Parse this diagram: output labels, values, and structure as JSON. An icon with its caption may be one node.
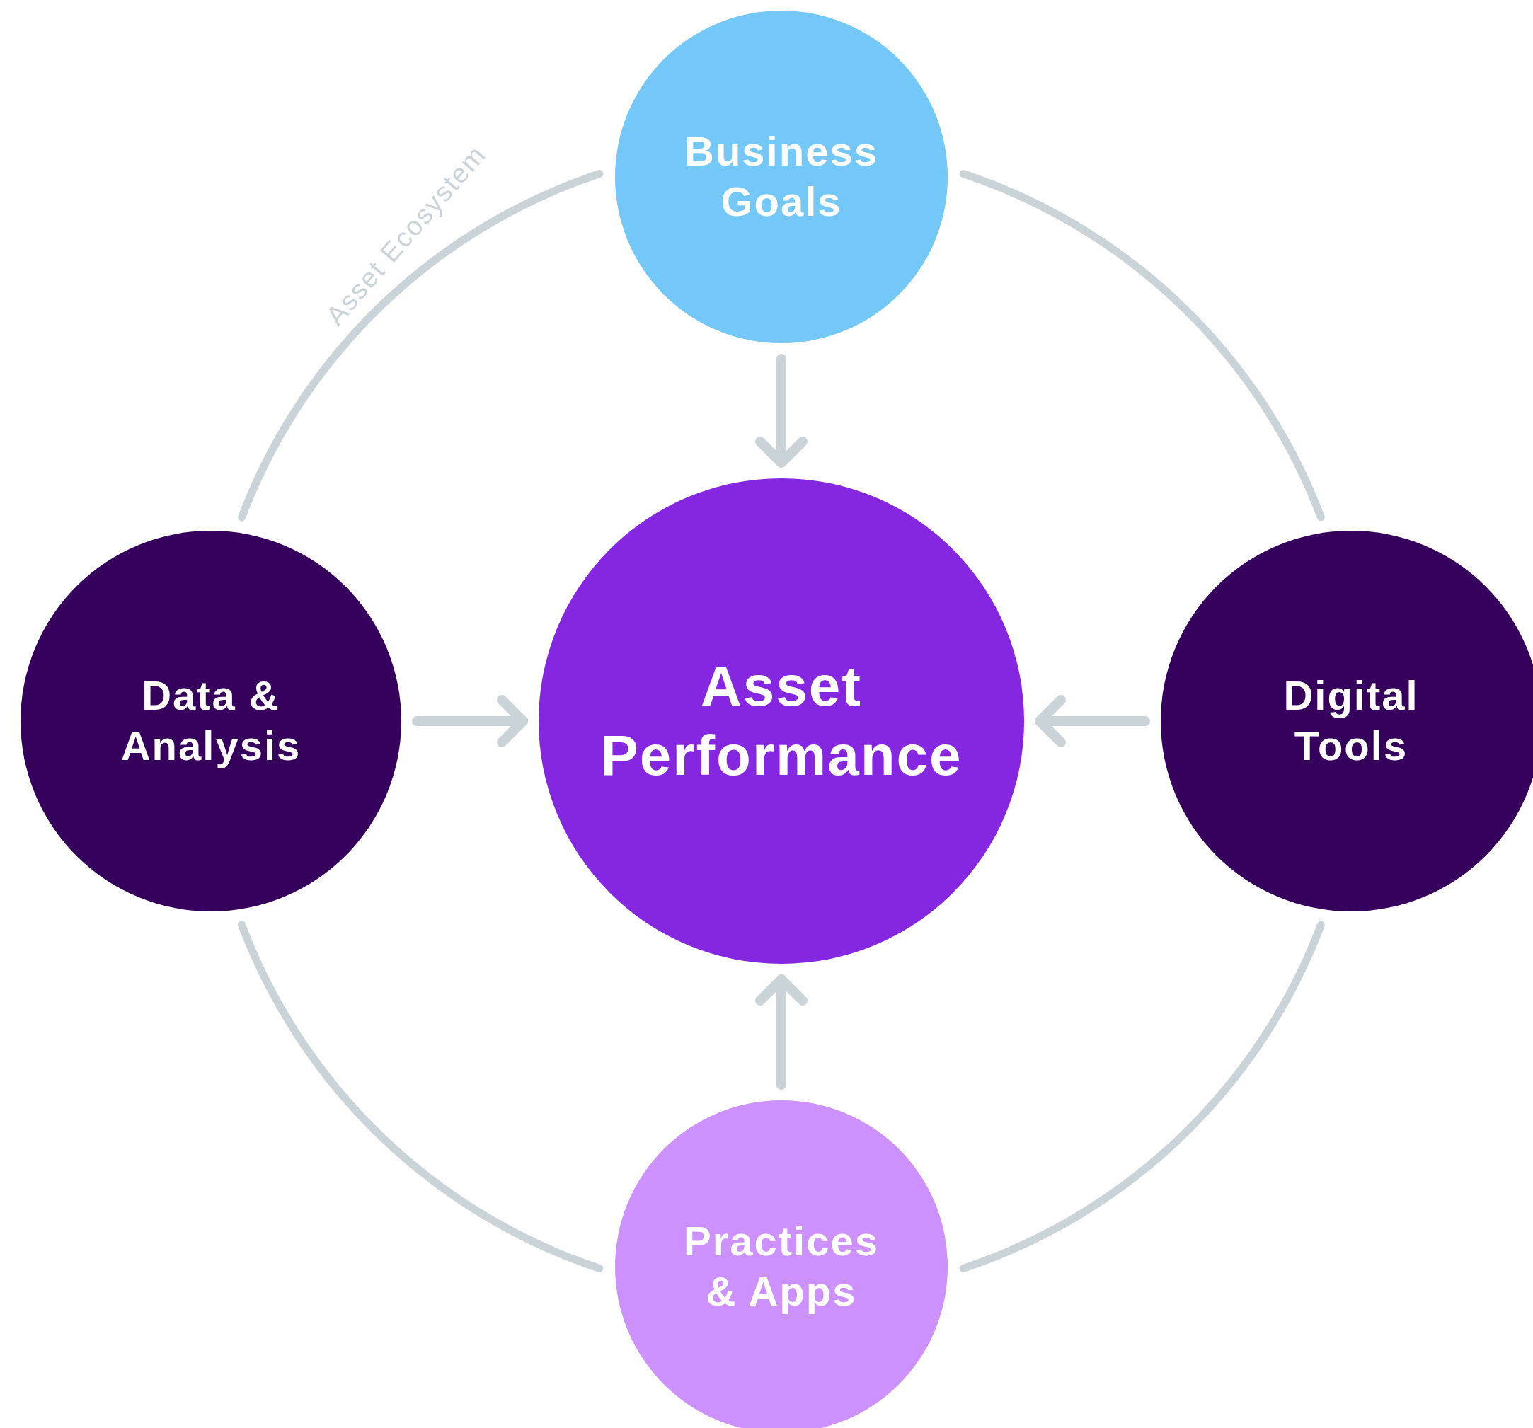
{
  "diagram": {
    "nodes": [
      {
        "text": [
          "Business Goals"
        ]
      },
      {
        "text": [
          "Data & Analysis"
        ]
      },
      {
        "text": [
          "Asset Performance"
        ]
      },
      {
        "text": [
          "Digital Tools"
        ]
      },
      {
        "text": [
          "Practices & Apps"
        ]
      }
    ],
    "edges": [
      {
        "from": 0,
        "to": 2,
        "arrow": "to"
      },
      {
        "from": 1,
        "to": 2,
        "arrow": "to"
      },
      {
        "from": 3,
        "to": 2,
        "arrow": "to"
      },
      {
        "from": 4,
        "to": 2,
        "arrow": "to"
      },
      {
        "from": 0,
        "to": 3,
        "arrow": "none"
      },
      {
        "from": 3,
        "to": 4,
        "arrow": "none"
      },
      {
        "from": 4,
        "to": 1,
        "arrow": "none"
      },
      {
        "from": 1,
        "to": 0,
        "arrow": "none"
      }
    ],
    "labels": [
      "Asset Ecosystem"
    ]
  }
}
